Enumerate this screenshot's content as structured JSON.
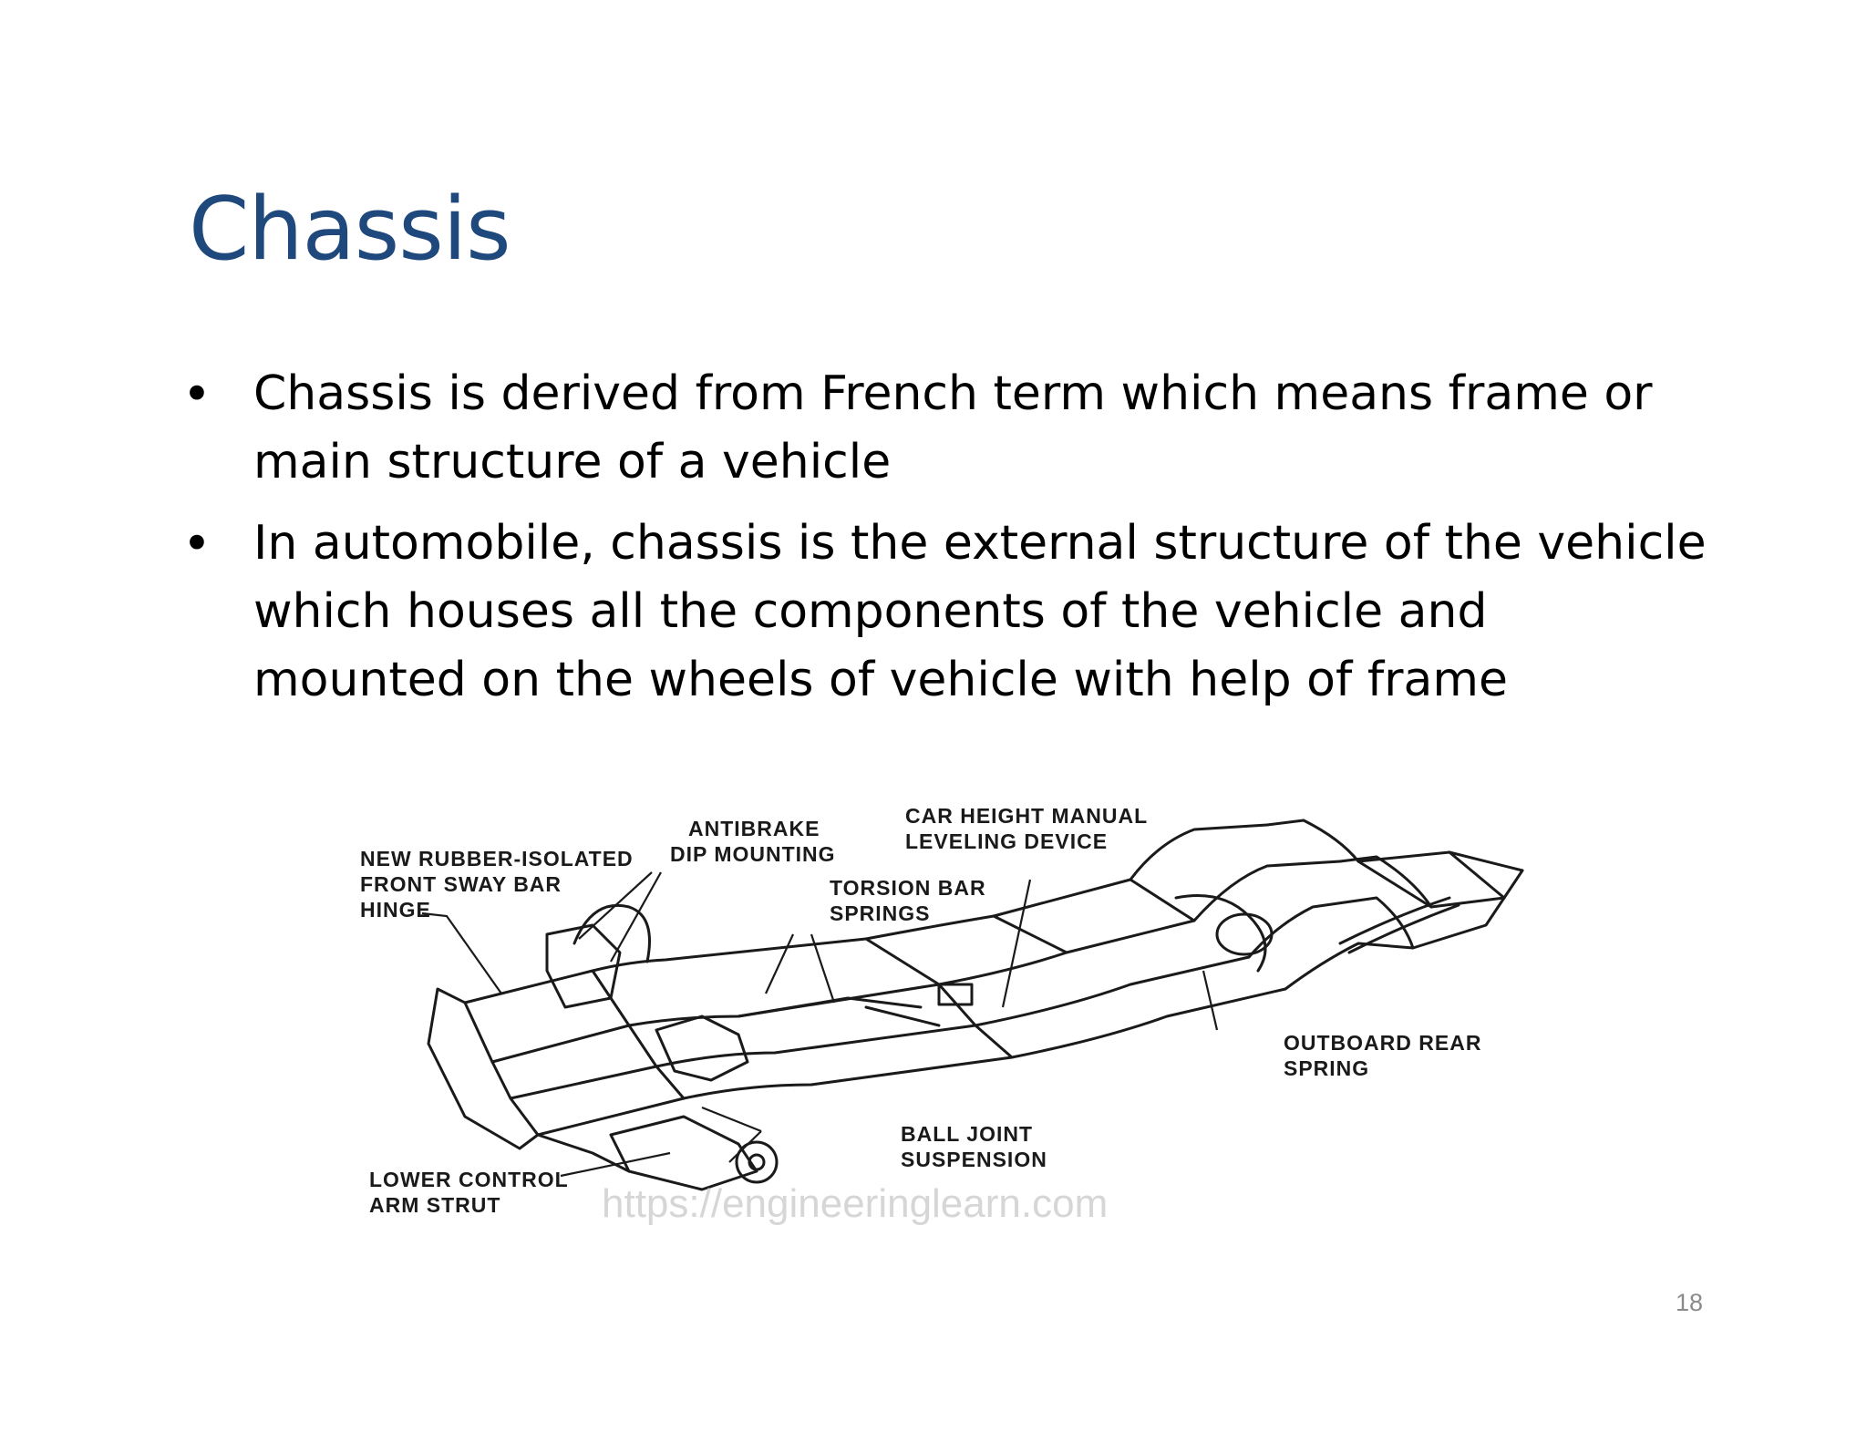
{
  "slide": {
    "title": "Chassis",
    "bullets": [
      {
        "text": "Chassis is derived from French term which means frame or main structure of a vehicle"
      },
      {
        "text": "In automobile, chassis is the external structure of the vehicle which houses all the components of the vehicle and mounted on the wheels of vehicle with help of frame"
      }
    ],
    "bullet_glyph": "•",
    "page_number": "18"
  },
  "diagram": {
    "labels": {
      "sway_bar": [
        "NEW RUBBER-ISOLATED",
        "FRONT SWAY BAR",
        "HINGE"
      ],
      "antibrake": [
        "ANTIBRAKE",
        "DIP MOUNTING"
      ],
      "car_height": [
        "CAR HEIGHT MANUAL",
        "LEVELING DEVICE"
      ],
      "torsion": [
        "TORSION BAR",
        "SPRINGS"
      ],
      "outboard": [
        "OUTBOARD REAR",
        "SPRING"
      ],
      "ball_joint": [
        "BALL JOINT",
        "SUSPENSION"
      ],
      "lower_control": [
        "LOWER CONTROL",
        "ARM STRUT"
      ]
    },
    "watermark": "https://engineeringlearn.com"
  }
}
